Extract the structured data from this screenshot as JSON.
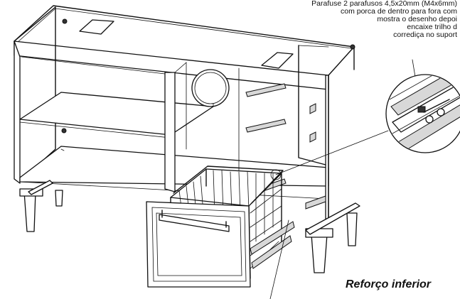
{
  "instruction_note": {
    "lines": [
      "Parafuse 2 parafusos  4,5x20mm (M4x6mm)",
      "com porca de dentro para fora com",
      "mostra o desenho depoi",
      "encaixe trilho d",
      "corrediça no suport"
    ]
  },
  "caption": {
    "text": "Reforço inferior"
  }
}
